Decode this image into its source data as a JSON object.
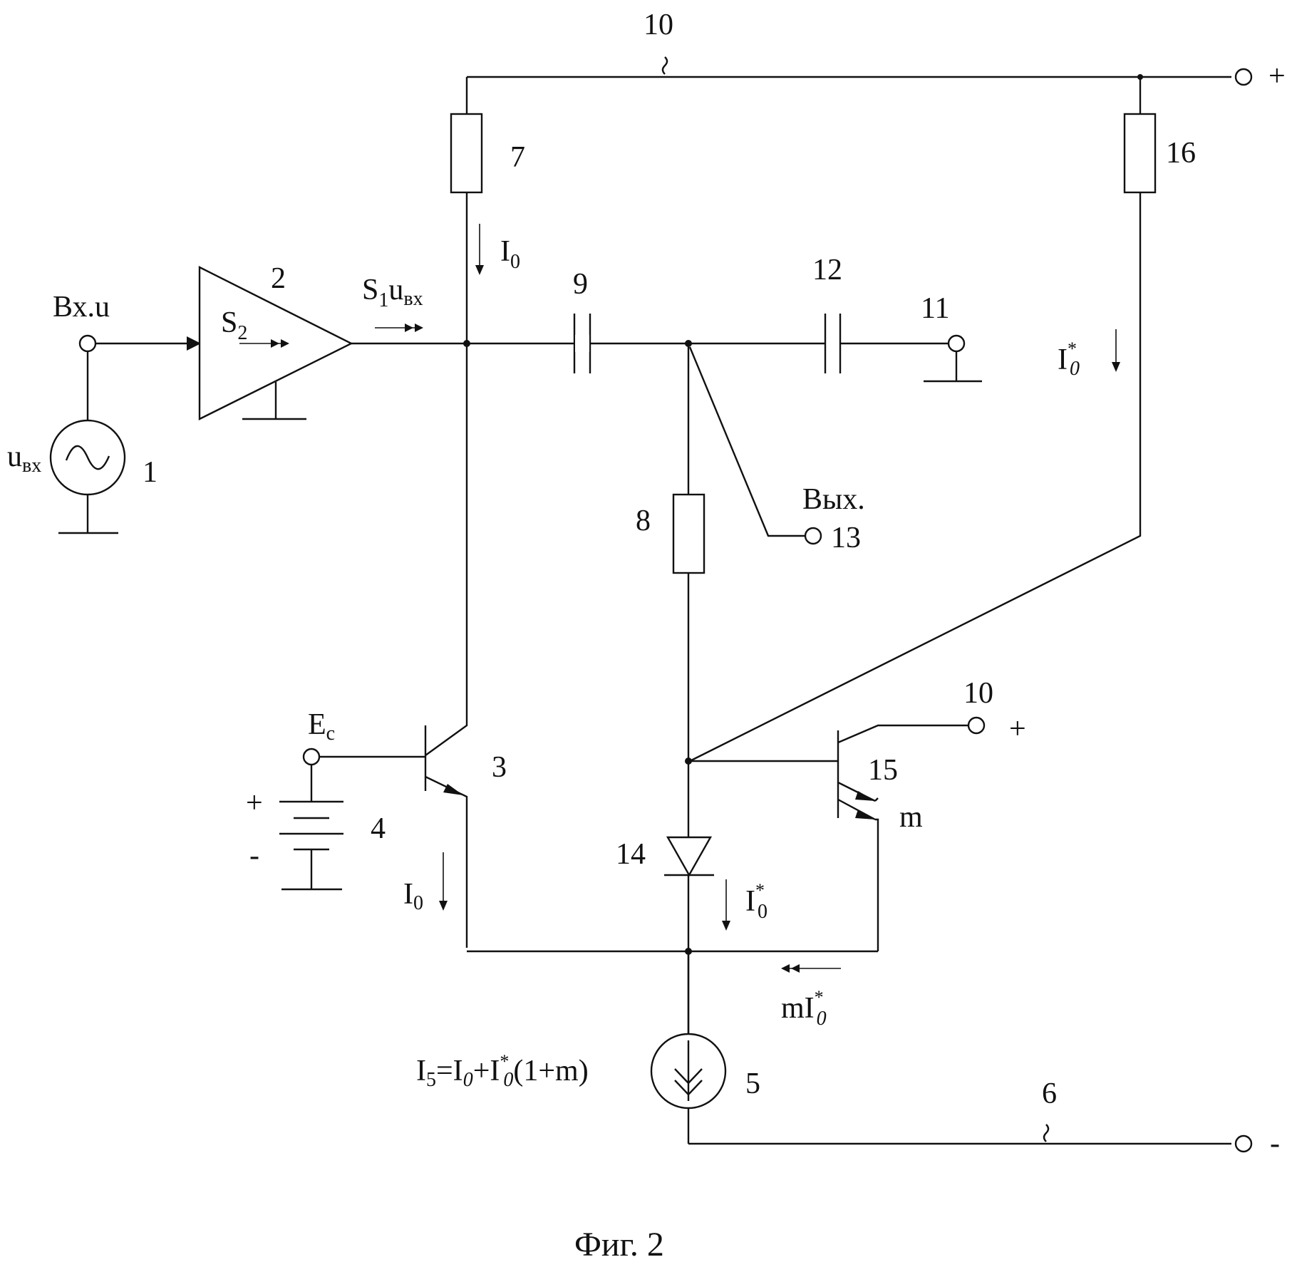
{
  "labels": {
    "n1": "1",
    "n2": "2",
    "n3": "3",
    "n4": "4",
    "n5": "5",
    "n6": "6",
    "n7": "7",
    "n8": "8",
    "n9": "9",
    "n10_top": "10",
    "n10_right": "10",
    "n11": "11",
    "n12": "12",
    "n13": "13",
    "n14": "14",
    "n15": "15",
    "n16": "16",
    "input": "Вх.u",
    "output": "Вых.",
    "source": {
      "main": "u",
      "sub": "вх"
    },
    "amp_gain": {
      "main": "S",
      "sub": "2"
    },
    "amp_out": {
      "main": "S",
      "sub1": "1",
      "mid": "u",
      "sub2": "вх"
    },
    "ec": {
      "main": "E",
      "sub": "c"
    },
    "plus_top": "+",
    "plus_right": "+",
    "minus_bottom": "-",
    "batt_plus": "+",
    "batt_minus": "-",
    "m": "m",
    "i0_top": {
      "main": "I",
      "sub": "0"
    },
    "i0_bottom": {
      "main": "I",
      "sub": "0"
    },
    "i0s_right": {
      "main": "I",
      "sup": "*",
      "sub": "0"
    },
    "i0s_diode": {
      "main": "I",
      "sup": "*",
      "sub": "0"
    },
    "mi0s": {
      "pre": "m",
      "main": "I",
      "sup": "*",
      "sub": "0"
    },
    "i5_formula": {
      "a": "I",
      "a_sub": "5",
      "b": "=I",
      "b_sub": "0",
      "c": "+I",
      "c_sup": "*",
      "c_sub": "0",
      "d": "(1+m)"
    },
    "caption": "Фиг. 2"
  }
}
